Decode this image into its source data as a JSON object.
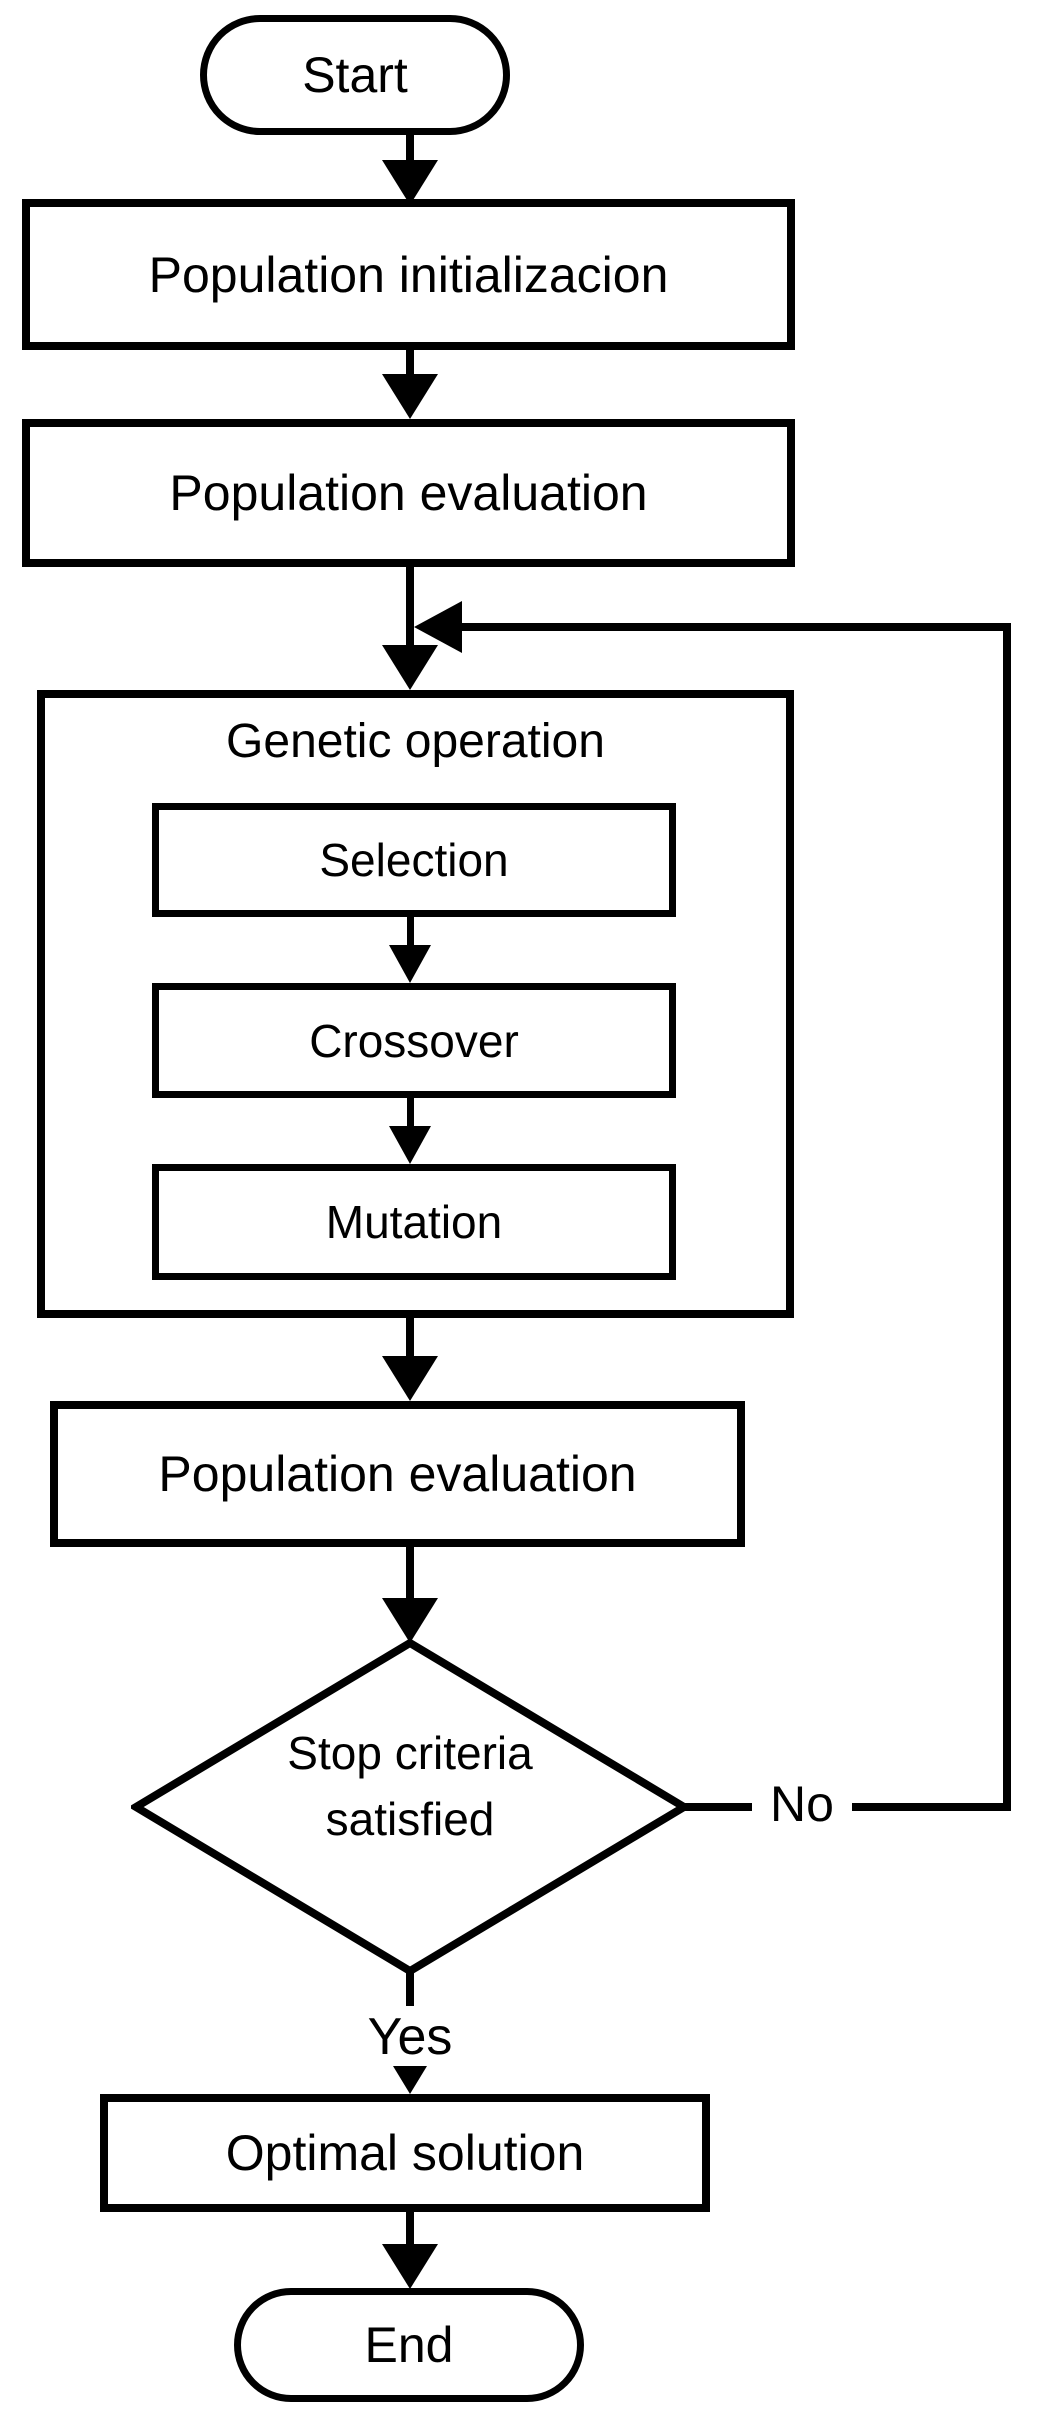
{
  "diagram": {
    "type": "flowchart",
    "topic": "Genetic algorithm process"
  },
  "nodes": {
    "start": "Start",
    "population_init": "Population initializacion",
    "population_eval_1": "Population evaluation",
    "genetic_operation": "Genetic operation",
    "selection": "Selection",
    "crossover": "Crossover",
    "mutation": "Mutation",
    "population_eval_2": "Population evaluation",
    "decision_line1": "Stop criteria",
    "decision_line2": "satisfied",
    "optimal_solution": "Optimal solution",
    "end": "End"
  },
  "edge_labels": {
    "yes": "Yes",
    "no": "No"
  },
  "edges": [
    {
      "from": "Start",
      "to": "Population initializacion"
    },
    {
      "from": "Population initializacion",
      "to": "Population evaluation"
    },
    {
      "from": "Population evaluation",
      "to": "Genetic operation"
    },
    {
      "from": "Selection",
      "to": "Crossover"
    },
    {
      "from": "Crossover",
      "to": "Mutation"
    },
    {
      "from": "Genetic operation",
      "to": "Population evaluation (2)"
    },
    {
      "from": "Population evaluation (2)",
      "to": "Stop criteria satisfied"
    },
    {
      "from": "Stop criteria satisfied",
      "to": "Genetic operation",
      "label": "No"
    },
    {
      "from": "Stop criteria satisfied",
      "to": "Optimal solution",
      "label": "Yes"
    },
    {
      "from": "Optimal solution",
      "to": "End"
    }
  ],
  "colors": {
    "line": "#000000",
    "fill": "#ffffff",
    "text": "#000000"
  }
}
